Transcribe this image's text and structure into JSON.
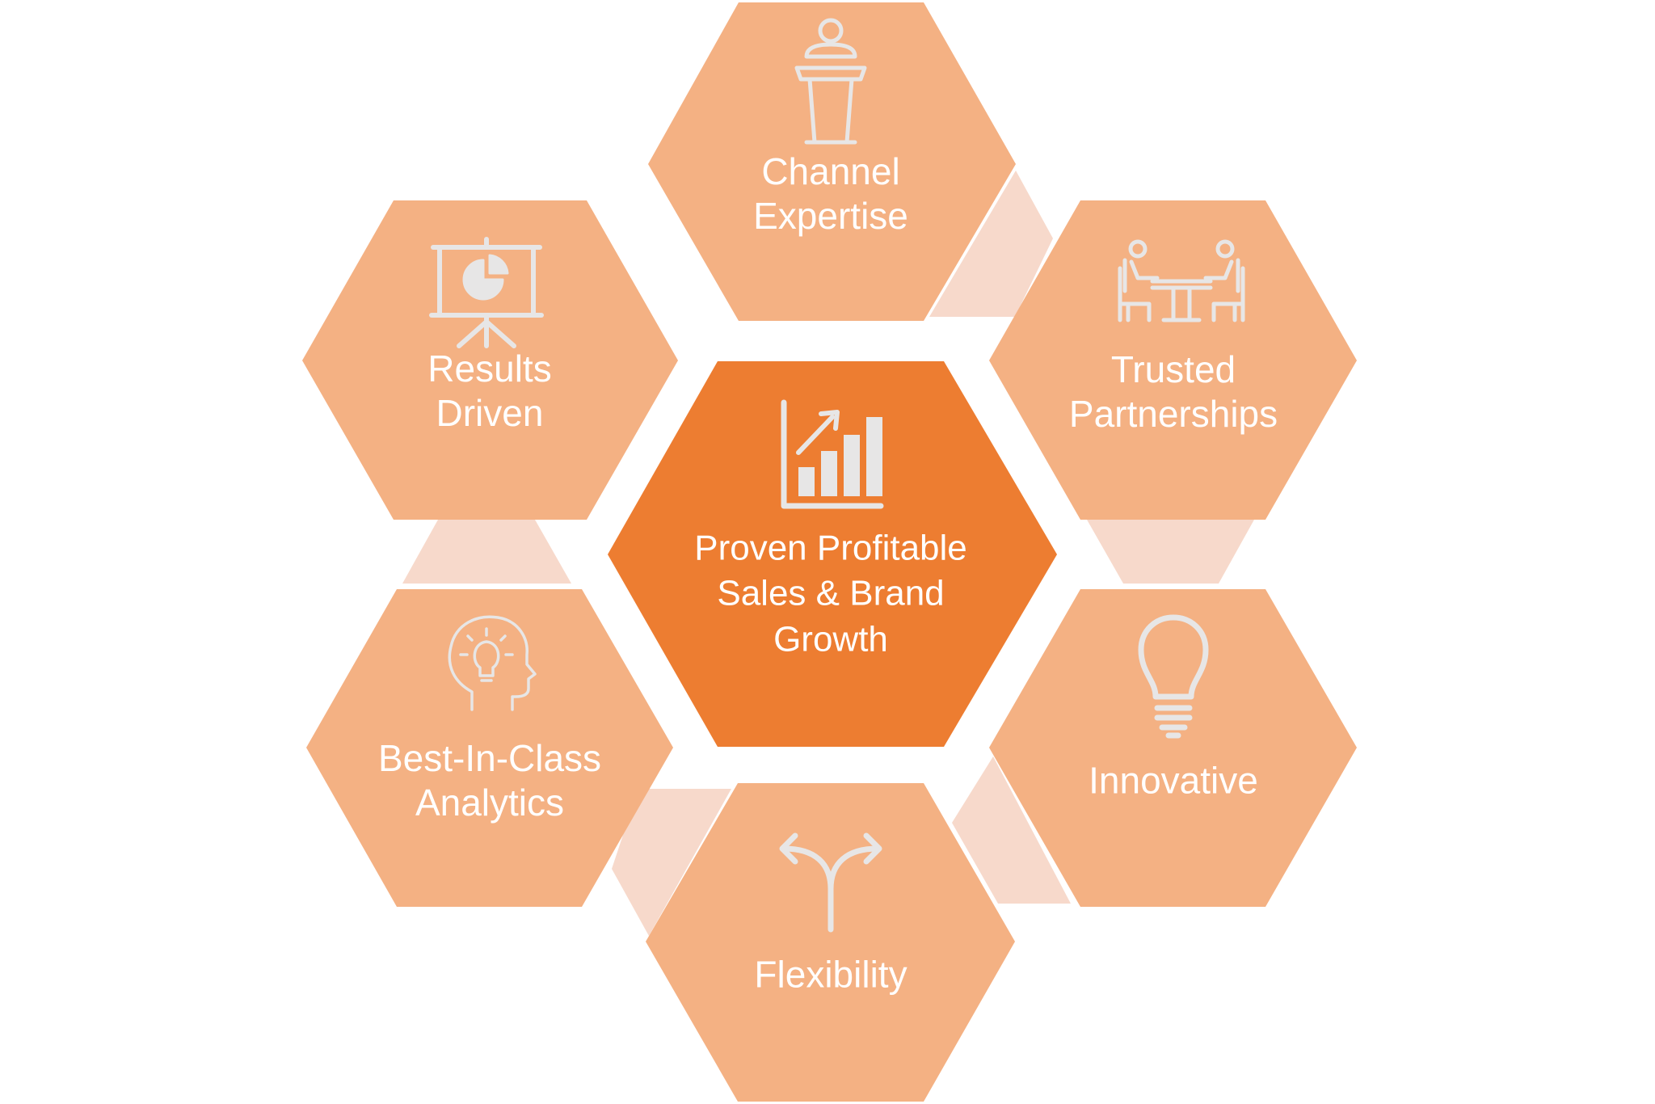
{
  "colors": {
    "center_fill": "#ED7D31",
    "outer_fill": "#F4B183",
    "connector_fill": "#F7D9CB",
    "icon_stroke": "#E7E6E6",
    "label_color": "#FFFFFF"
  },
  "center": {
    "icon": "bar-chart-growth-icon",
    "lines": [
      "Proven Profitable",
      "Sales & Brand",
      "Growth"
    ]
  },
  "nodes": [
    {
      "id": "channel-expertise",
      "icon": "speaker-podium-icon",
      "lines": [
        "Channel",
        "Expertise"
      ]
    },
    {
      "id": "trusted-partnerships",
      "icon": "meeting-table-icon",
      "lines": [
        "Trusted",
        "Partnerships"
      ]
    },
    {
      "id": "innovative",
      "icon": "lightbulb-icon",
      "lines": [
        "Innovative"
      ]
    },
    {
      "id": "flexibility",
      "icon": "split-arrows-icon",
      "lines": [
        "Flexibility"
      ]
    },
    {
      "id": "best-in-class-analytics",
      "icon": "head-lightbulb-icon",
      "lines": [
        "Best-In-Class",
        "Analytics"
      ]
    },
    {
      "id": "results-driven",
      "icon": "presentation-board-icon",
      "lines": [
        "Results",
        "Driven"
      ]
    }
  ]
}
